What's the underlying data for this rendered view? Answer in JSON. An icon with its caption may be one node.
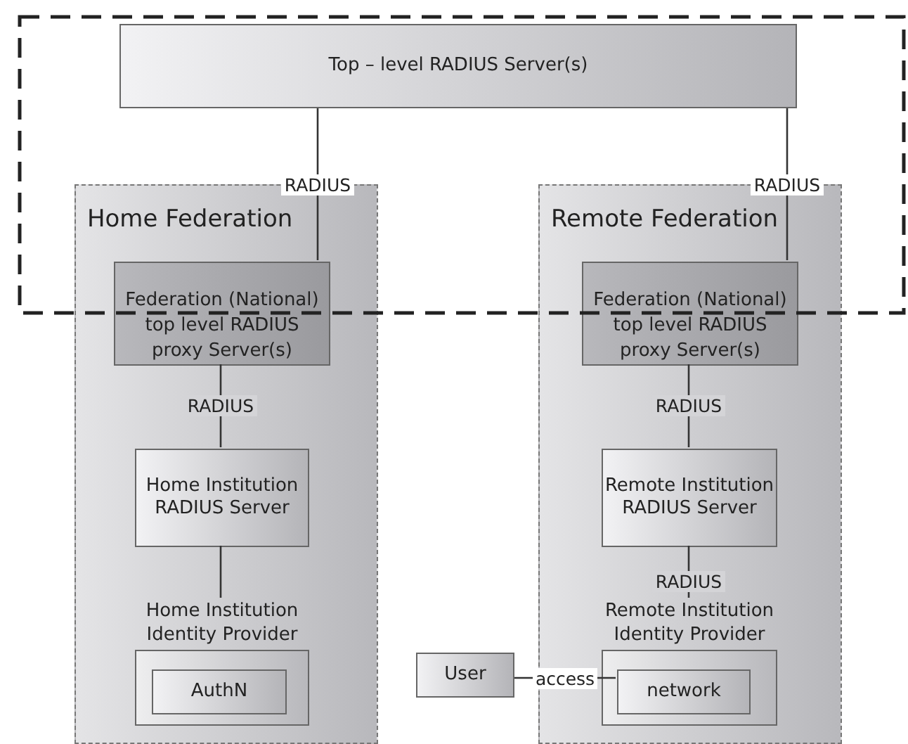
{
  "diagram": {
    "nodes": [
      {
        "text": [
          "Top – level RADIUS Server(s)"
        ]
      },
      {
        "text": [
          "Home Federation"
        ]
      },
      {
        "text": [
          "Federation (National) top level RADIUS proxy Server(s)"
        ],
        "in": 1
      },
      {
        "text": [
          "Home Institution RADIUS Server"
        ],
        "in": 1
      },
      {
        "text": [
          "Home Institution Identity Provider"
        ],
        "in": 1
      },
      {
        "text": [
          "AuthN"
        ],
        "in": 4
      },
      {
        "text": [
          "Remote Federation"
        ]
      },
      {
        "text": [
          "Federation (National) top level RADIUS proxy Server(s)"
        ],
        "in": 6
      },
      {
        "text": [
          "Remote Institution RADIUS Server"
        ],
        "in": 6
      },
      {
        "text": [
          "Remote Institution Identity Provider"
        ],
        "in": 6
      },
      {
        "text": [
          "network"
        ],
        "in": 9
      },
      {
        "text": [
          "User"
        ]
      }
    ],
    "edges": [
      {
        "from": 0,
        "to": 2,
        "arrow": "none",
        "label": "RADIUS"
      },
      {
        "from": 0,
        "to": 7,
        "arrow": "none",
        "label": "RADIUS"
      },
      {
        "from": 2,
        "to": 3,
        "arrow": "none",
        "label": "RADIUS"
      },
      {
        "from": 7,
        "to": 8,
        "arrow": "none",
        "label": "RADIUS"
      },
      {
        "from": 3,
        "to": 4,
        "arrow": "none"
      },
      {
        "from": 8,
        "to": 9,
        "arrow": "none",
        "label": "RADIUS"
      },
      {
        "from": 11,
        "to": 10,
        "arrow": "none",
        "label": "access"
      }
    ]
  }
}
